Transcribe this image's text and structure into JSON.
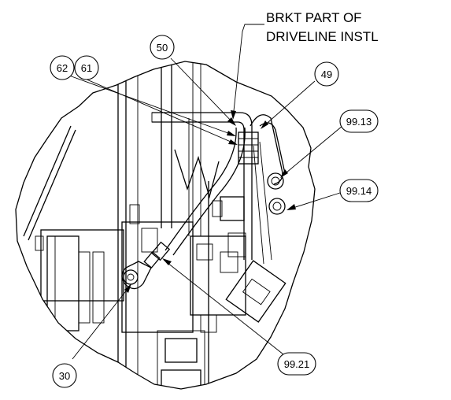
{
  "note": {
    "line1": "BRKT PART OF",
    "line2": "DRIVELINE INSTL"
  },
  "callouts": [
    {
      "id": "62",
      "label": "62"
    },
    {
      "id": "61",
      "label": "61"
    },
    {
      "id": "50",
      "label": "50"
    },
    {
      "id": "49",
      "label": "49"
    },
    {
      "id": "99-13",
      "label": "99.13"
    },
    {
      "id": "99-14",
      "label": "99.14"
    },
    {
      "id": "30",
      "label": "30"
    },
    {
      "id": "99-21",
      "label": "99.21"
    }
  ]
}
